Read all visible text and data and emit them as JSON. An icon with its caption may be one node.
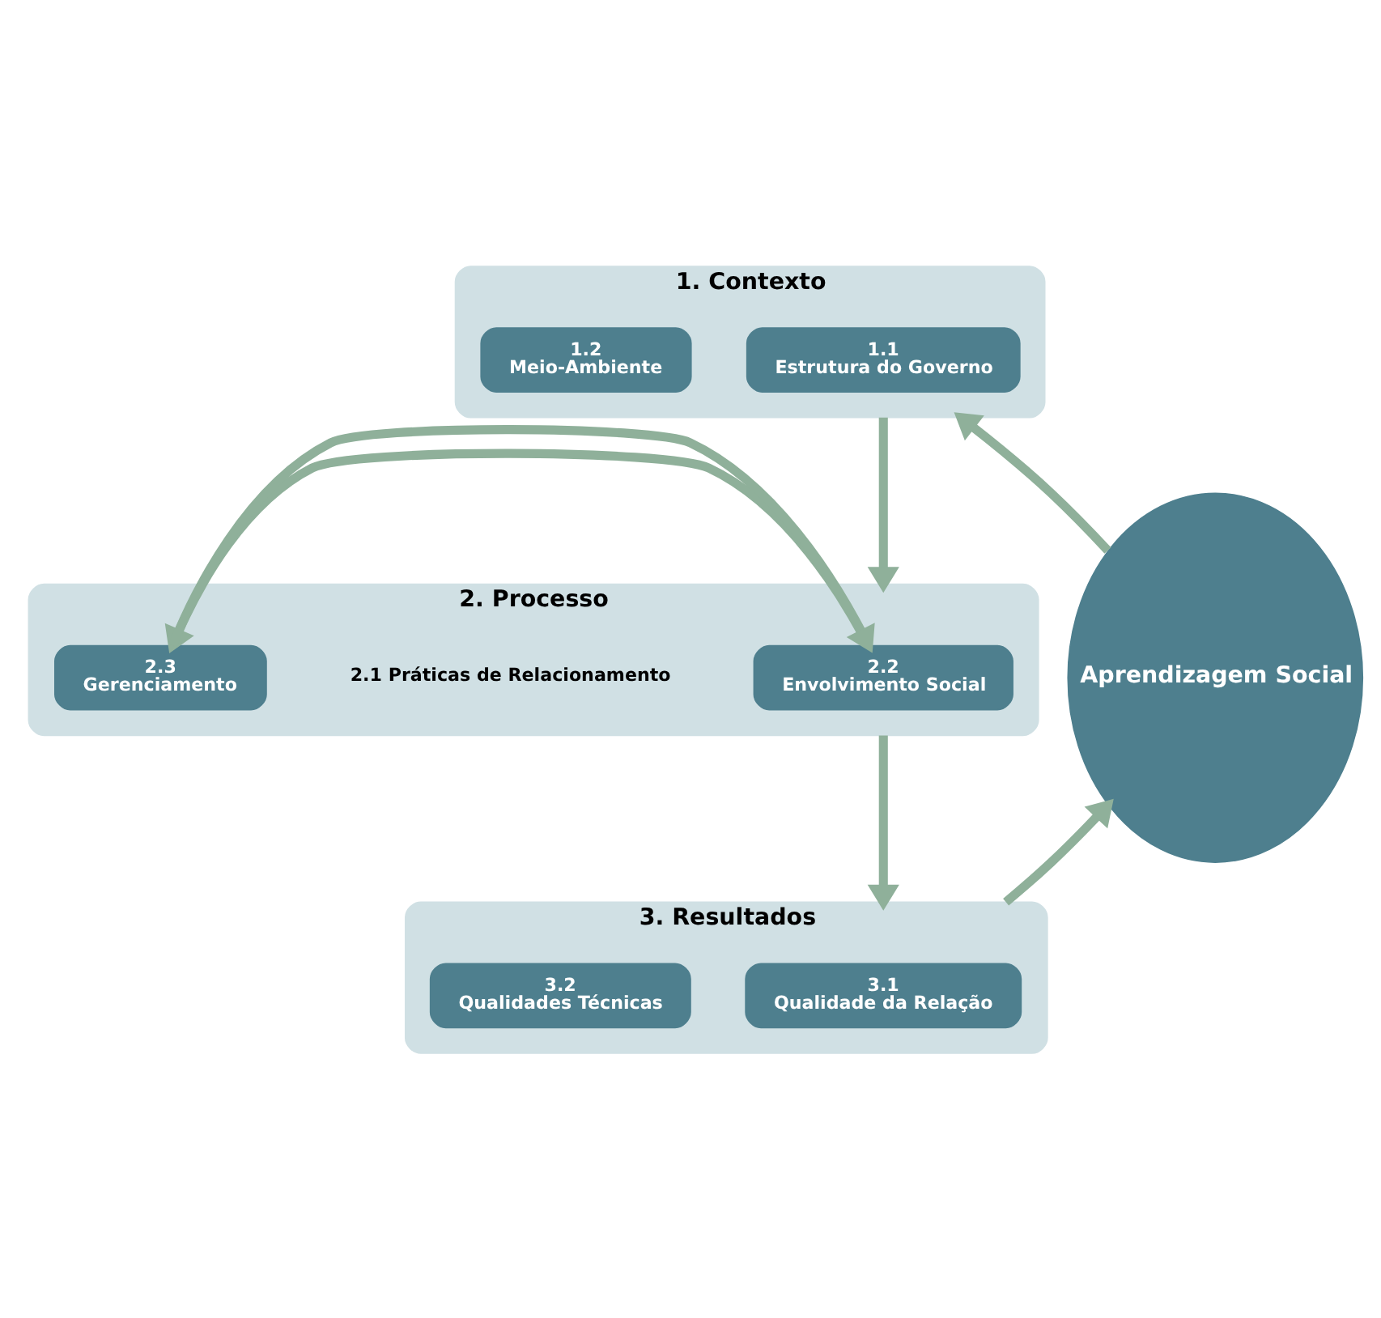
{
  "diagram": {
    "nodes": [
      {
        "text": [
          "1. Contexto"
        ]
      },
      {
        "text": [
          "1.1",
          "Estrutura do Governo"
        ],
        "in": 0
      },
      {
        "text": [
          "1.2",
          "Meio-Ambiente"
        ],
        "in": 0
      },
      {
        "text": [
          "2. Processo"
        ]
      },
      {
        "text": [
          "2.2",
          "Envolvimento Social"
        ],
        "in": 3
      },
      {
        "text": [
          "2.1 Práticas de Relacionamento"
        ],
        "in": 3
      },
      {
        "text": [
          "2.3",
          "Gerenciamento"
        ],
        "in": 3
      },
      {
        "text": [
          "3. Resultados"
        ]
      },
      {
        "text": [
          "3.1",
          "Qualidade da Relação"
        ],
        "in": 7
      },
      {
        "text": [
          "3.2",
          "Qualidades Técnicas"
        ],
        "in": 7
      },
      {
        "text": [
          "Aprendizagem Social"
        ]
      }
    ],
    "edges": [
      {
        "from": 0,
        "to": 3,
        "arrow": "to"
      },
      {
        "from": 3,
        "to": 7,
        "arrow": "to"
      },
      {
        "from": 4,
        "to": 6,
        "arrow": "to"
      },
      {
        "from": 6,
        "to": 4,
        "arrow": "to"
      },
      {
        "from": 7,
        "to": 10,
        "arrow": "to"
      },
      {
        "from": 10,
        "to": 0,
        "arrow": "to"
      }
    ]
  }
}
